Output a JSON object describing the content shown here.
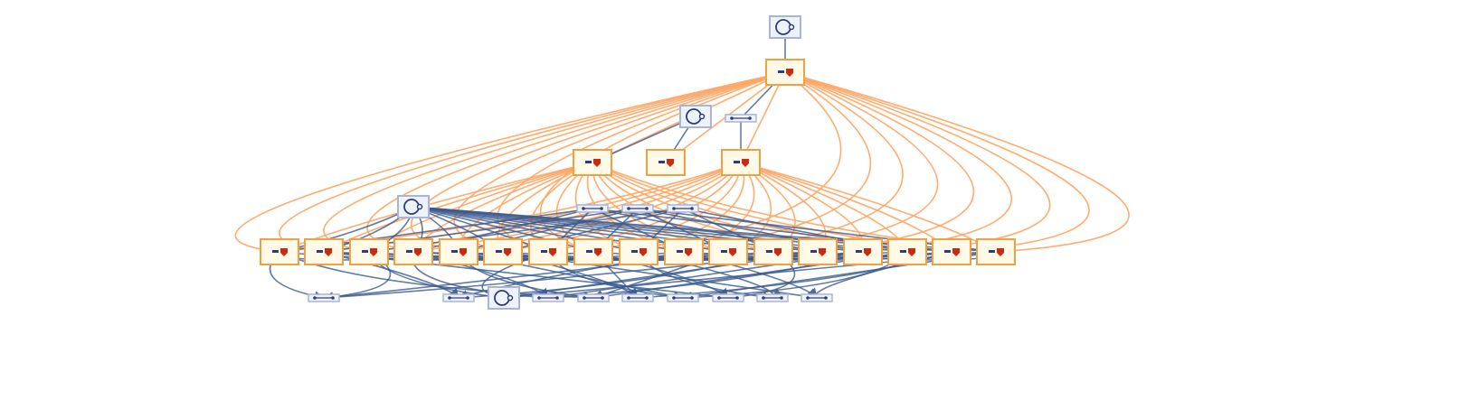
{
  "colors": {
    "orange_edge": "#ffa866",
    "blue_edge": "#3a5a8f",
    "orange_border": "#f0a040",
    "orange_fill": "#fff9e8",
    "blue_border": "#a9b5d6",
    "blue_fill": "#eef2fc",
    "icon_dark": "#2e3d7a",
    "icon_red": "#cc2a10"
  },
  "nodes": [
    {
      "id": "root",
      "kind": "loop"
    },
    {
      "id": "a0",
      "kind": "operator"
    },
    {
      "id": "b0",
      "kind": "loop"
    },
    {
      "id": "b1",
      "kind": "wire"
    },
    {
      "id": "c0",
      "kind": "operator"
    },
    {
      "id": "c1",
      "kind": "operator"
    },
    {
      "id": "c2",
      "kind": "operator"
    },
    {
      "id": "d0",
      "kind": "loop"
    },
    {
      "id": "d1",
      "kind": "wire"
    },
    {
      "id": "d2",
      "kind": "wire"
    },
    {
      "id": "d3",
      "kind": "wire"
    },
    {
      "id": "e0",
      "kind": "operator"
    },
    {
      "id": "e1",
      "kind": "operator"
    },
    {
      "id": "e2",
      "kind": "operator"
    },
    {
      "id": "e3",
      "kind": "operator"
    },
    {
      "id": "e4",
      "kind": "operator"
    },
    {
      "id": "e5",
      "kind": "operator"
    },
    {
      "id": "e6",
      "kind": "operator"
    },
    {
      "id": "e7",
      "kind": "operator"
    },
    {
      "id": "e8",
      "kind": "operator"
    },
    {
      "id": "e9",
      "kind": "operator"
    },
    {
      "id": "e10",
      "kind": "operator"
    },
    {
      "id": "e11",
      "kind": "operator"
    },
    {
      "id": "e12",
      "kind": "operator"
    },
    {
      "id": "e13",
      "kind": "operator"
    },
    {
      "id": "e14",
      "kind": "operator"
    },
    {
      "id": "e15",
      "kind": "operator"
    },
    {
      "id": "e16",
      "kind": "operator"
    },
    {
      "id": "f0",
      "kind": "wire"
    },
    {
      "id": "f1",
      "kind": "wire"
    },
    {
      "id": "f2",
      "kind": "loop"
    },
    {
      "id": "f3",
      "kind": "wire"
    },
    {
      "id": "f4",
      "kind": "wire"
    },
    {
      "id": "f5",
      "kind": "wire"
    },
    {
      "id": "f6",
      "kind": "wire"
    },
    {
      "id": "f7",
      "kind": "wire"
    },
    {
      "id": "f8",
      "kind": "wire"
    },
    {
      "id": "f9",
      "kind": "wire"
    }
  ]
}
